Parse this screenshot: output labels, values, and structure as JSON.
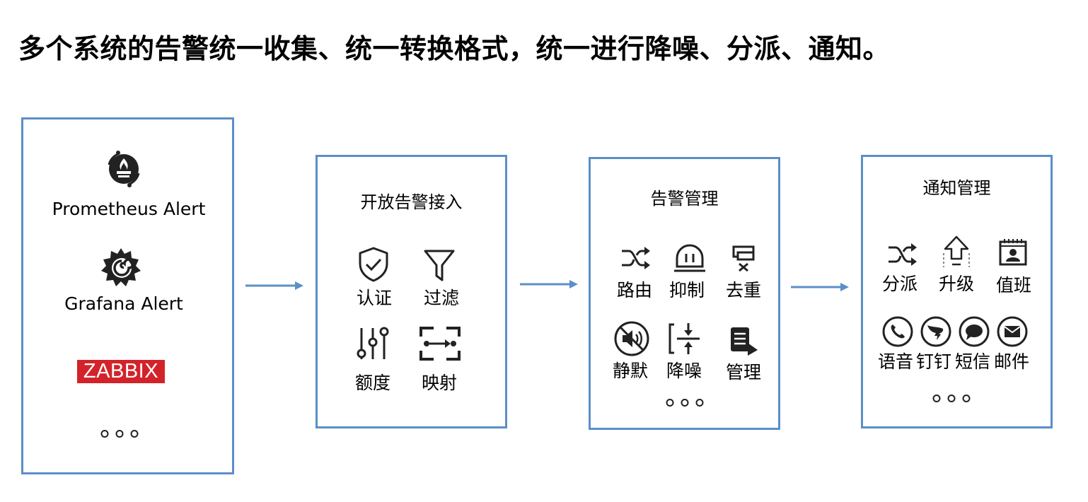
{
  "title": "多个系统的告警统一收集、统一转换格式，统一进行降噪、分派、通知。",
  "accent_color": "#5b8fc8",
  "sources": {
    "prometheus": "Prometheus Alert",
    "grafana": "Grafana Alert",
    "zabbix": "ZABBIX",
    "zabbix_color": "#d3232a"
  },
  "ingest": {
    "title": "开放告警接入",
    "items": [
      "认证",
      "过滤",
      "额度",
      "映射"
    ]
  },
  "manage": {
    "title": "告警管理",
    "items": [
      "路由",
      "抑制",
      "去重",
      "静默",
      "降噪",
      "管理"
    ]
  },
  "notify": {
    "title": "通知管理",
    "items": [
      "分派",
      "升级",
      "值班"
    ],
    "channels": [
      "语音",
      "钉钉",
      "短信",
      "邮件"
    ]
  }
}
